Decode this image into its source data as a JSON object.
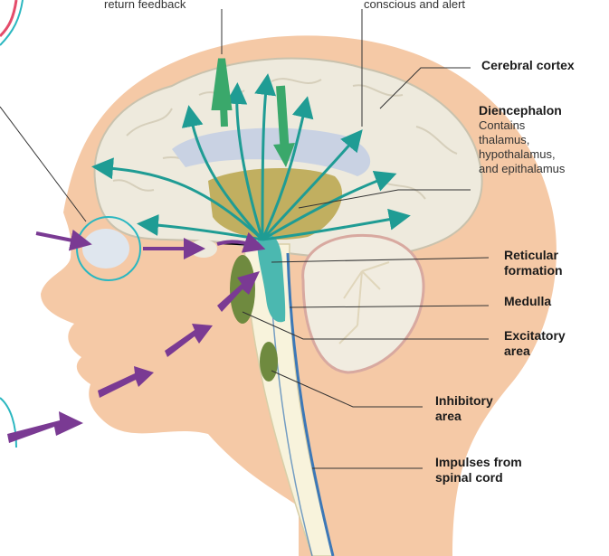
{
  "top_notes": {
    "left": "return feedback",
    "right": "conscious and alert"
  },
  "labels": {
    "cerebral_cortex": "Cerebral cortex",
    "diencephalon_title": "Diencephalon",
    "diencephalon_line1": "Contains",
    "diencephalon_line2": "thalamus,",
    "diencephalon_line3": "hypothalamus,",
    "diencephalon_line4": "and epithalamus",
    "reticular_line1": "Reticular",
    "reticular_line2": "formation",
    "medulla": "Medulla",
    "excitatory_line1": "Excitatory",
    "excitatory_line2": "area",
    "inhibitory_line1": "Inhibitory",
    "inhibitory_line2": "area",
    "impulses_line1": "Impulses from",
    "impulses_line2": "spinal cord"
  },
  "colors": {
    "skin": "#f5c9a6",
    "brain": "#eeeadd",
    "brain_outline": "#c9c2ad",
    "reticular": "#4bb8b0",
    "green_arrow": "#3aa86b",
    "purple_arrow": "#7a3a93",
    "excitatory": "#6f8a3f",
    "cerebellum": "#f1ece0",
    "diencephalon": "#b9a44a",
    "corpus_callosum": "#c9d2e3",
    "spinal_cord": "#f8f3dc",
    "spinal_tract": "#3c78b7",
    "ring": "#2bb7c0"
  }
}
